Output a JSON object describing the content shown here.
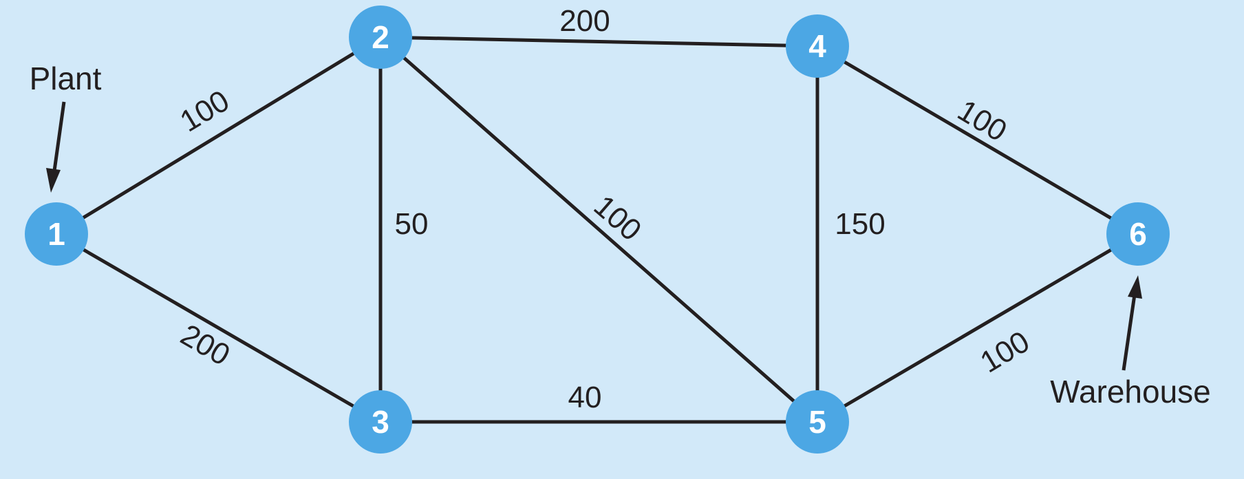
{
  "diagram": {
    "colors": {
      "background": "#d2e9f9",
      "node_fill": "#4ca7e4",
      "node_text": "#ffffff",
      "edge": "#231f20"
    },
    "nodes": [
      {
        "id": "1",
        "label": "1"
      },
      {
        "id": "2",
        "label": "2"
      },
      {
        "id": "3",
        "label": "3"
      },
      {
        "id": "4",
        "label": "4"
      },
      {
        "id": "5",
        "label": "5"
      },
      {
        "id": "6",
        "label": "6"
      }
    ],
    "edges": [
      {
        "from": "1",
        "to": "2",
        "weight": "100"
      },
      {
        "from": "1",
        "to": "3",
        "weight": "200"
      },
      {
        "from": "2",
        "to": "4",
        "weight": "200"
      },
      {
        "from": "2",
        "to": "3",
        "weight": "50"
      },
      {
        "from": "2",
        "to": "5",
        "weight": "100"
      },
      {
        "from": "3",
        "to": "5",
        "weight": "40"
      },
      {
        "from": "4",
        "to": "5",
        "weight": "150"
      },
      {
        "from": "4",
        "to": "6",
        "weight": "100"
      },
      {
        "from": "5",
        "to": "6",
        "weight": "100"
      }
    ],
    "annotations": [
      {
        "label": "Plant",
        "target": "1"
      },
      {
        "label": "Warehouse",
        "target": "6"
      }
    ]
  }
}
